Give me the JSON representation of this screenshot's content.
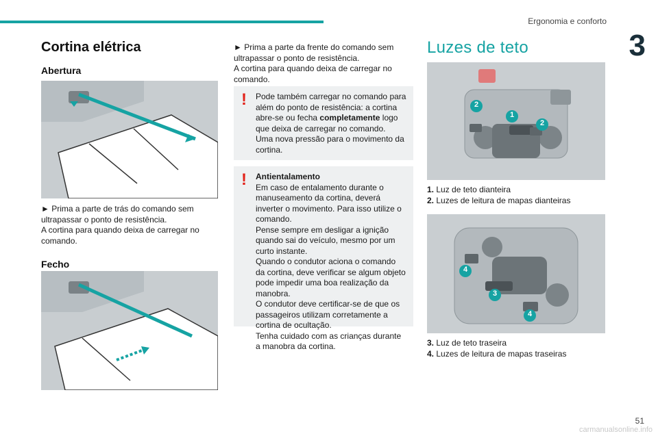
{
  "header": {
    "section": "Ergonomia e conforto",
    "chapter": "3"
  },
  "left": {
    "title": "Cortina elétrica",
    "opening": {
      "heading": "Abertura",
      "step": "► Prima a parte de trás do comando sem ultrapassar o ponto de resistência.",
      "result": "A cortina para quando deixa de carregar no comando."
    },
    "closing": {
      "heading": "Fecho"
    }
  },
  "middle": {
    "step": "► Prima a parte da frente do comando sem ultrapassar o ponto de resistência.",
    "result": "A cortina para quando deixa de carregar no comando.",
    "note1": {
      "line1_pre": "Pode também carregar no comando para além do ponto de resistência: a cortina abre-se ou fecha ",
      "bold": "completamente",
      "line1_post": " logo que deixa de carregar no comando.",
      "line2": "Uma nova pressão para o movimento da cortina."
    },
    "note2": {
      "title": "Antientalamento",
      "p1": "Em caso de entalamento durante o manuseamento da cortina, deverá inverter o movimento. Para isso utilize o comando.",
      "p2": "Pense sempre em desligar a ignição quando sai do veículo, mesmo por um curto instante.",
      "p3": "Quando o condutor aciona o comando da cortina, deve verificar se algum objeto pode impedir uma boa realização da manobra.",
      "p4": "O condutor deve certificar-se de que os passageiros utilizam corretamente a cortina de ocultação.",
      "p5": "Tenha cuidado com as crianças durante a manobra da cortina."
    }
  },
  "right": {
    "title": "Luzes de teto",
    "list1": [
      {
        "num": "1.",
        "text": "Luz de teto dianteira"
      },
      {
        "num": "2.",
        "text": "Luzes de leitura de mapas dianteiras"
      }
    ],
    "list2": [
      {
        "num": "3.",
        "text": "Luz de teto traseira"
      },
      {
        "num": "4.",
        "text": "Luzes de leitura de mapas traseiras"
      }
    ],
    "badges_front": [
      "2",
      "1",
      "2"
    ],
    "badges_rear": [
      "4",
      "3",
      "4"
    ]
  },
  "page_number": "51",
  "footer": "carmanualsonline.info",
  "colors": {
    "accent": "#16a3a3",
    "warning": "#e2231a",
    "note_bg": "#eef0f1"
  }
}
